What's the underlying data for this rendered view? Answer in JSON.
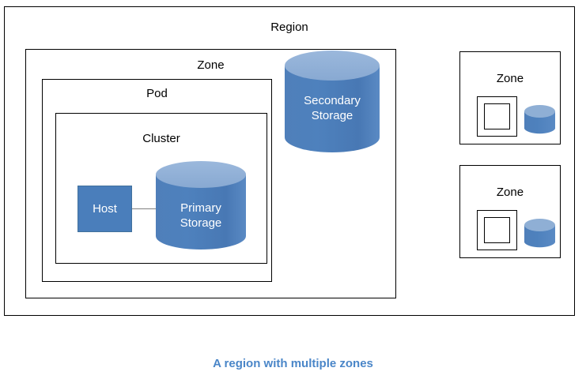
{
  "diagram": {
    "caption": "A region with multiple zones",
    "region": {
      "label": "Region",
      "zone": {
        "label": "Zone",
        "pod": {
          "label": "Pod",
          "cluster": {
            "label": "Cluster",
            "host": {
              "label": "Host"
            },
            "primary_storage": {
              "label": "Primary\nStorage",
              "line1": "Primary",
              "line2": "Storage"
            }
          }
        },
        "secondary_storage": {
          "label": "Secondary\nStorage",
          "line1": "Secondary",
          "line2": "Storage"
        }
      },
      "small_zones": [
        {
          "label": "Zone"
        },
        {
          "label": "Zone"
        }
      ]
    }
  },
  "colors": {
    "cylinder_body": "#4A7EBB",
    "cylinder_top": "#8FAFD5",
    "cylinder_edge": "#41719C",
    "host_fill": "#4A7EBB",
    "box_border": "#000000",
    "caption_color": "#4A86C8",
    "connector_line": "#808080",
    "background": "#FFFFFF"
  }
}
